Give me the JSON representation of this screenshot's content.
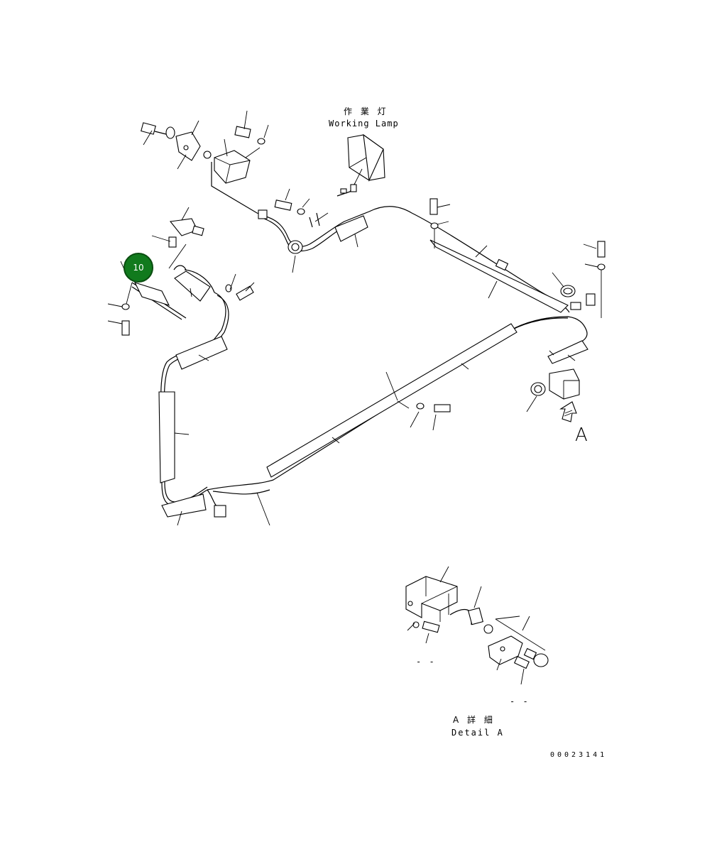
{
  "labels": {
    "working_lamp_jp": "作 業 灯",
    "working_lamp_en": "Working Lamp",
    "view_arrow": "A",
    "detail_jp": "A 詳 細",
    "detail_en": "Detail A",
    "drawing_number": "00023141",
    "dash_left": "- -",
    "dash_right": "- -"
  },
  "callout_badge": {
    "number": "10",
    "color": "#117a1d"
  }
}
